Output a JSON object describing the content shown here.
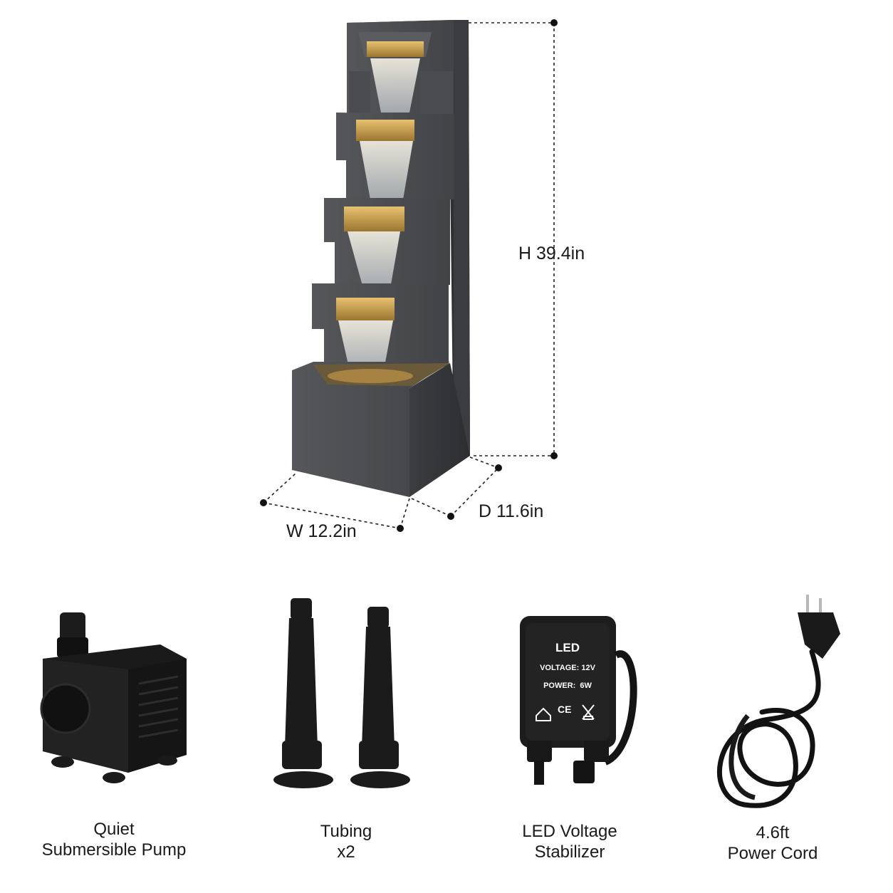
{
  "dimensions": {
    "height": "H 39.4in",
    "width": "W 12.2in",
    "depth": "D 11.6in"
  },
  "led_box": {
    "title": "LED",
    "voltage": "VOLTAGE: 12V",
    "power": "POWER:  6W",
    "ce_mark": "CE"
  },
  "accessories": [
    {
      "line1": "Quiet",
      "line2": "Submersible Pump"
    },
    {
      "line1": "Tubing",
      "line2": "x2"
    },
    {
      "line1": "LED Voltage",
      "line2": "Stabilizer"
    },
    {
      "line1": "4.6ft",
      "line2": "Power Cord"
    }
  ],
  "colors": {
    "stone": "#4a4c4f",
    "stone_dark": "#34363a",
    "stone_light": "#66686b",
    "glow": "#d7a64a",
    "black": "#151515",
    "dim_line": "#222222"
  }
}
